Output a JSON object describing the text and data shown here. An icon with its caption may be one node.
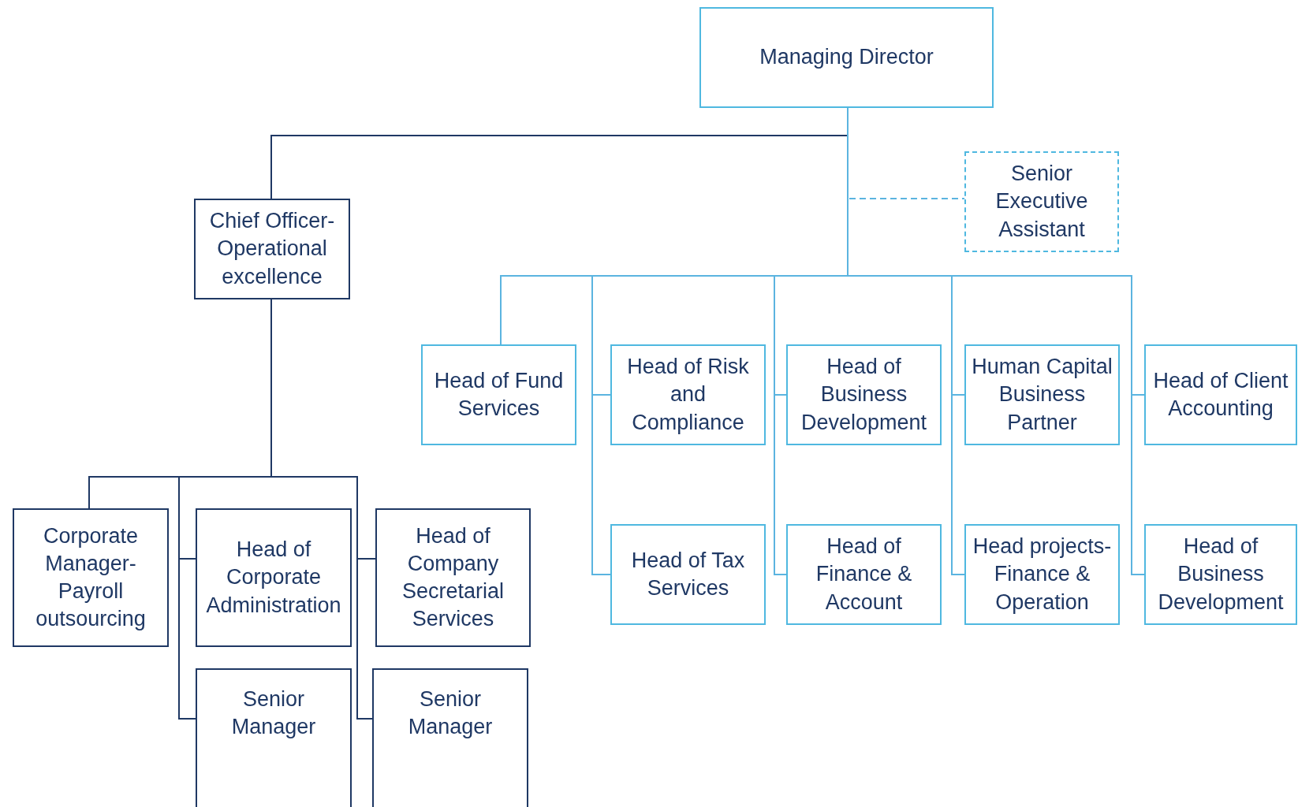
{
  "diagram": {
    "nodes": [
      {
        "text": [
          "Managing Director"
        ]
      },
      {
        "text": [
          "Chief Officer-Operational excellence"
        ]
      },
      {
        "text": [
          "Senior Executive Assistant"
        ]
      },
      {
        "text": [
          "Head of Fund Services"
        ]
      },
      {
        "text": [
          "Head of Risk and Compliance"
        ]
      },
      {
        "text": [
          "Head of Business Development"
        ]
      },
      {
        "text": [
          "Human Capital Business Partner"
        ]
      },
      {
        "text": [
          "Head of Client Accounting"
        ]
      },
      {
        "text": [
          "Head of Tax Services"
        ]
      },
      {
        "text": [
          "Head of Finance & Account"
        ]
      },
      {
        "text": [
          "Head projects-Finance & Operation"
        ]
      },
      {
        "text": [
          "Head of Business Development"
        ]
      },
      {
        "text": [
          "Corporate Manager-Payroll outsourcing"
        ]
      },
      {
        "text": [
          "Head of Corporate Administration"
        ]
      },
      {
        "text": [
          "Head of Company Secretarial Services"
        ]
      },
      {
        "text": [
          "Senior Manager"
        ]
      },
      {
        "text": [
          "Senior Manager"
        ]
      }
    ],
    "edges": [
      {
        "from": 0,
        "to": 1,
        "arrow": "none",
        "color": "#1f3864"
      },
      {
        "from": 0,
        "to": 2,
        "arrow": "none",
        "style": "dashed"
      },
      {
        "from": 0,
        "to": 3,
        "arrow": "none"
      },
      {
        "from": 0,
        "to": 4,
        "arrow": "none"
      },
      {
        "from": 0,
        "to": 8,
        "arrow": "none"
      },
      {
        "from": 0,
        "to": 5,
        "arrow": "none"
      },
      {
        "from": 0,
        "to": 9,
        "arrow": "none"
      },
      {
        "from": 0,
        "to": 6,
        "arrow": "none"
      },
      {
        "from": 0,
        "to": 10,
        "arrow": "none"
      },
      {
        "from": 0,
        "to": 7,
        "arrow": "none"
      },
      {
        "from": 0,
        "to": 11,
        "arrow": "none"
      },
      {
        "from": 1,
        "to": 12,
        "arrow": "none",
        "color": "#1f3864"
      },
      {
        "from": 1,
        "to": 13,
        "arrow": "none",
        "color": "#1f3864"
      },
      {
        "from": 1,
        "to": 15,
        "arrow": "none",
        "color": "#1f3864"
      },
      {
        "from": 1,
        "to": 14,
        "arrow": "none",
        "color": "#1f3864"
      },
      {
        "from": 1,
        "to": 16,
        "arrow": "none",
        "color": "#1f3864"
      }
    ]
  }
}
